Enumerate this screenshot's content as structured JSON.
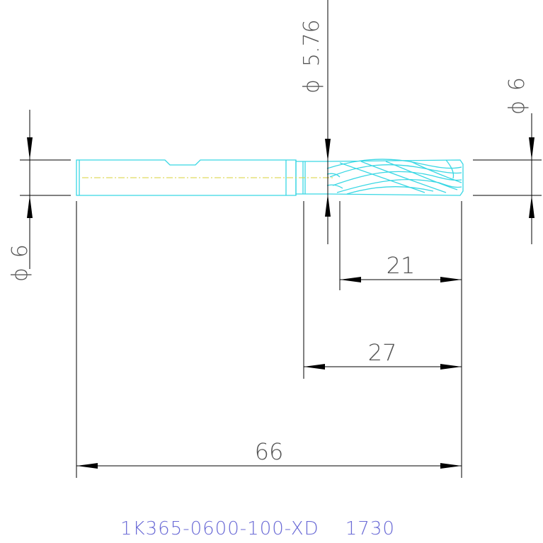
{
  "drawing": {
    "dimensions": {
      "shank_diameter_left": "6",
      "tip_diameter": "5.76",
      "shank_diameter_right": "6",
      "flute_length": "21",
      "neck_length": "27",
      "overall_length": "66"
    },
    "diameter_symbol": "ϕ",
    "part_number": "1K365-0600-100-XD",
    "code": "1730"
  },
  "colors": {
    "tool_outline": "#39d7e4",
    "center_line": "#d9d23a",
    "dimension_lines": "#000000",
    "dimension_text": "#555555",
    "caption_text": "#6b6bd6"
  }
}
